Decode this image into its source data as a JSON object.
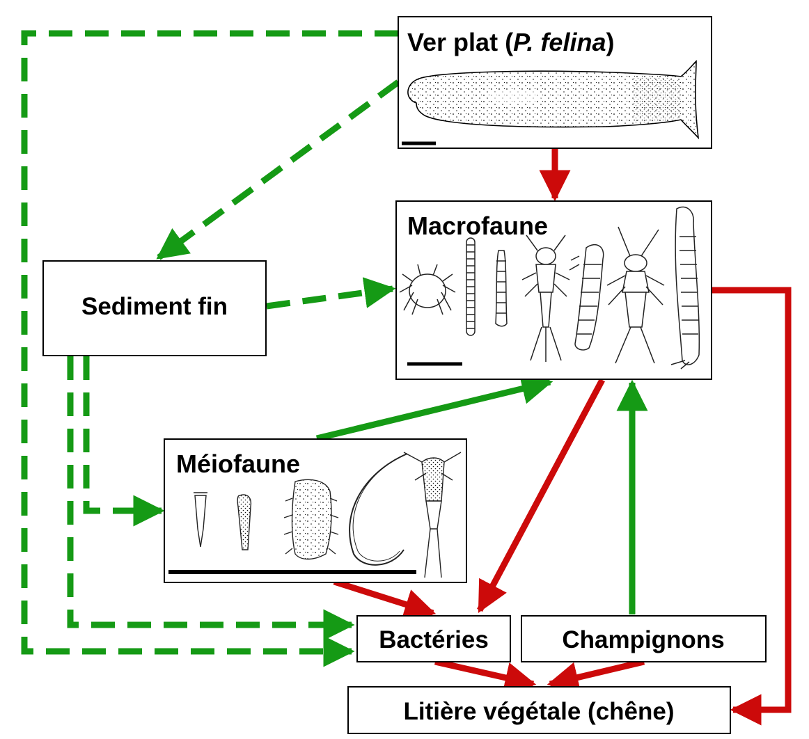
{
  "diagram": {
    "colors": {
      "positive_link": "#159a15",
      "negative_link": "#cc0a0a",
      "box_border": "#000000",
      "background": "#ffffff"
    },
    "nodes": {
      "flatworm": {
        "label_prefix": "Ver plat (",
        "label_italic": "P. felina",
        "label_suffix": ")",
        "illustration": "flatworm-drawing"
      },
      "macrofauna": {
        "label": "Macrofaune",
        "illustration": "macroinvertebrate-drawings"
      },
      "fine_sediment": {
        "label": "Sediment fin"
      },
      "meiofauna": {
        "label": "Méiofaune",
        "illustration": "meiofauna-drawings"
      },
      "bacteria": {
        "label": "Bactéries"
      },
      "fungi": {
        "label": "Champignons"
      },
      "leaf_litter": {
        "label": "Litière végétale (chêne)"
      }
    },
    "links": [
      {
        "from": "flatworm",
        "to": "macrofauna",
        "style": "solid",
        "color": "negative"
      },
      {
        "from": "flatworm",
        "to": "fine_sediment",
        "style": "dashed",
        "color": "positive"
      },
      {
        "from": "flatworm",
        "to": "bacteria",
        "style": "dashed",
        "color": "positive"
      },
      {
        "from": "fine_sediment",
        "to": "macrofauna",
        "style": "dashed",
        "color": "positive"
      },
      {
        "from": "fine_sediment",
        "to": "meiofauna",
        "style": "dashed",
        "color": "positive"
      },
      {
        "from": "fine_sediment",
        "to": "bacteria",
        "style": "dashed",
        "color": "positive"
      },
      {
        "from": "meiofauna",
        "to": "macrofauna",
        "style": "solid",
        "color": "positive"
      },
      {
        "from": "macrofauna",
        "to": "bacteria",
        "style": "solid",
        "color": "negative"
      },
      {
        "from": "macrofauna",
        "to": "leaf_litter",
        "style": "solid",
        "color": "negative"
      },
      {
        "from": "meiofauna",
        "to": "bacteria",
        "style": "solid",
        "color": "negative"
      },
      {
        "from": "fungi",
        "to": "macrofauna",
        "style": "solid",
        "color": "positive"
      },
      {
        "from": "bacteria",
        "to": "leaf_litter",
        "style": "solid",
        "color": "negative"
      },
      {
        "from": "fungi",
        "to": "leaf_litter",
        "style": "solid",
        "color": "negative"
      }
    ]
  }
}
